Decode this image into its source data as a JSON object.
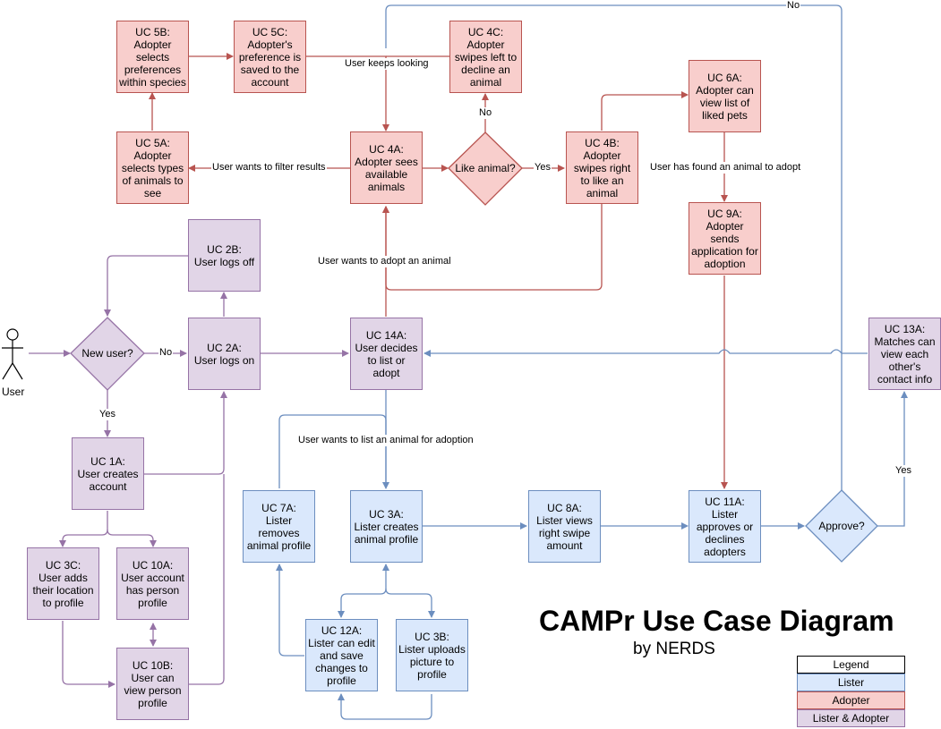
{
  "diagram": {
    "title": "CAMPr Use Case Diagram",
    "subtitle": "by NERDS",
    "actor": "User",
    "colors": {
      "lister": "#dae8fc",
      "adopter": "#f8cecc",
      "both": "#e1d5e7"
    },
    "nodes": {
      "uc5b": "UC 5B:\nAdopter selects preferences within species",
      "uc5c": "UC 5C:\nAdopter's preference is saved to the account",
      "uc4c": "UC 4C:\nAdopter swipes left to decline an animal",
      "uc6a": "UC 6A:\nAdopter can view list of liked pets",
      "uc5a": "UC 5A:\nAdopter selects types of animals to see",
      "uc4a": "UC 4A:\nAdopter sees available animals",
      "uc4b": "UC 4B:\nAdopter swipes right to like an animal",
      "uc9a": "UC 9A:\nAdopter sends application for adoption",
      "uc2b": "UC 2B:\nUser logs off",
      "uc2a": "UC 2A:\nUser logs on",
      "uc14a": "UC 14A:\nUser decides to list or adopt",
      "uc13a": "UC 13A:\nMatches can view each other's contact info",
      "uc1a": "UC 1A:\nUser creates account",
      "uc7a": "UC 7A:\nLister removes animal profile",
      "uc3a": "UC 3A:\nLister creates animal profile",
      "uc8a": "UC 8A:\nLister views right swipe amount",
      "uc11a": "UC 11A:\nLister approves or declines adopters",
      "uc3c": "UC 3C:\nUser adds their location to profile",
      "uc10a": "UC 10A:\nUser account has person profile",
      "uc12a": "UC 12A:\nLister can edit and save changes to profile",
      "uc3b": "UC 3B:\nLister uploads picture to profile",
      "uc10b": "UC 10B:\nUser can view person profile"
    },
    "decisions": {
      "new_user": "New user?",
      "like_animal": "Like animal?",
      "approve": "Approve?"
    },
    "edge_labels": {
      "user_keeps_looking": "User keeps looking",
      "no_4c": "No",
      "yes_like": "Yes",
      "filter": "User wants to filter results",
      "found_animal": "User has found an animal to adopt",
      "want_adopt": "User wants to adopt an animal",
      "no_new_user": "No",
      "yes_new_user": "Yes",
      "want_list": "User wants to list an animal for adoption",
      "yes_approve": "Yes",
      "no_approve": "No"
    },
    "legend": {
      "title": "Legend",
      "lister": "Lister",
      "adopter": "Adopter",
      "both": "Lister & Adopter"
    }
  }
}
